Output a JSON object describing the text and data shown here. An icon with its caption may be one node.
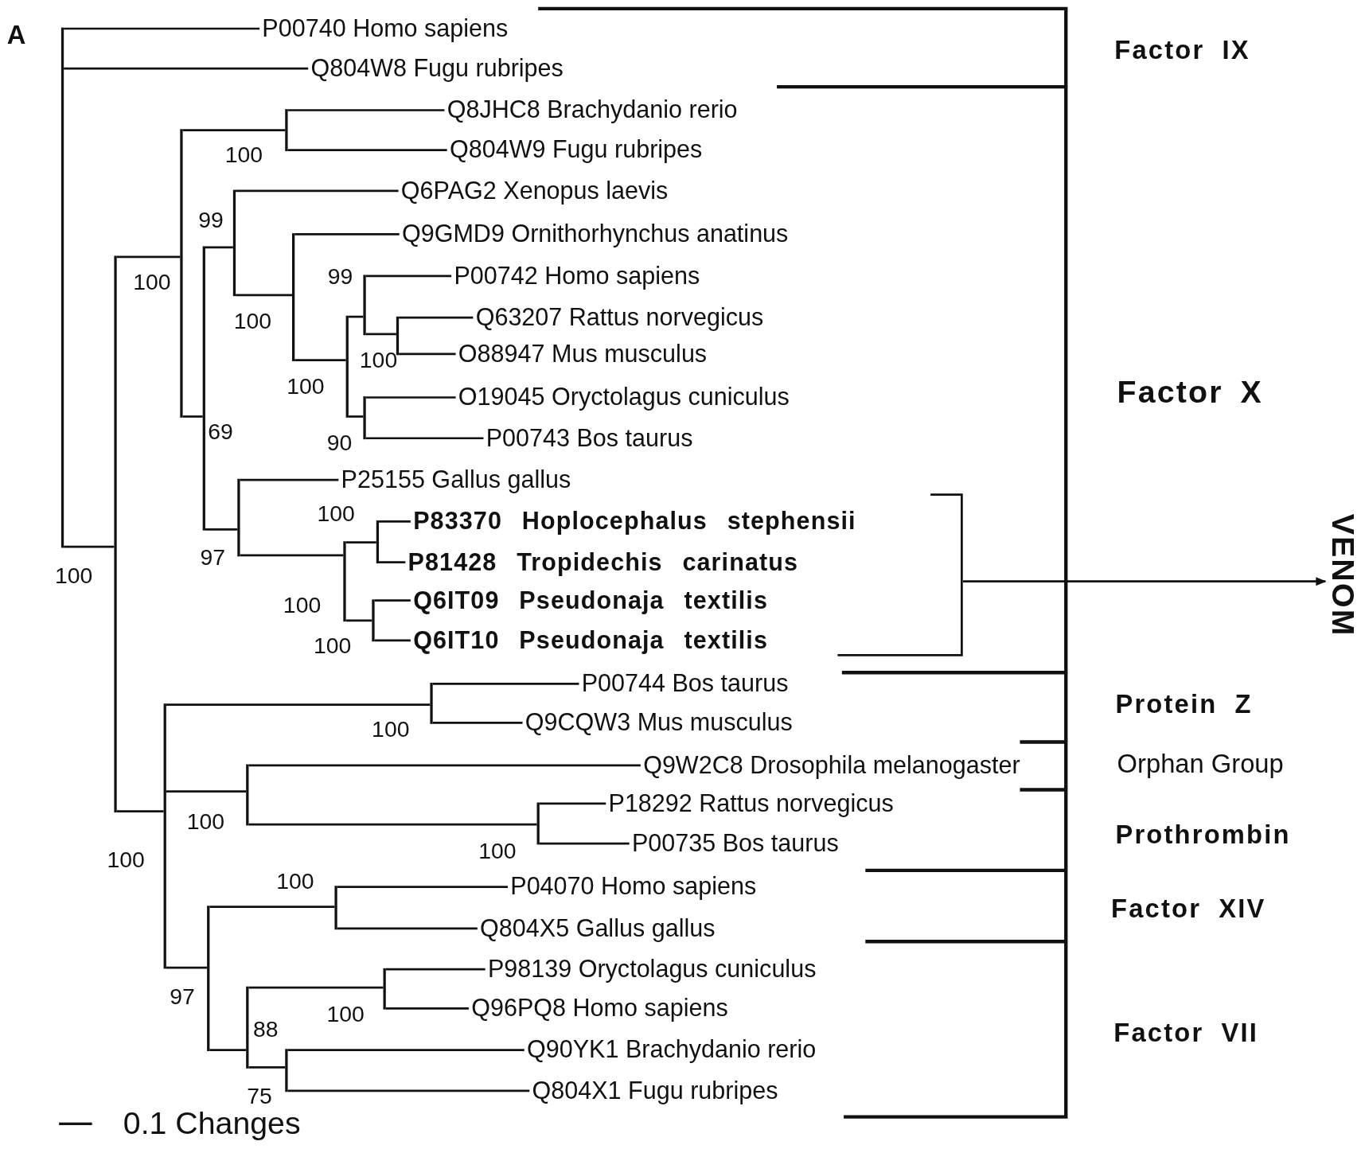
{
  "diagram": {
    "nodes": [
      {
        "text": [],
        "shape": "bar"
      },
      {
        "text": [
          "P00740 Homo sapiens"
        ]
      },
      {
        "text": [
          "Q804W8 Fugu rubripes"
        ]
      },
      {
        "text": [],
        "shape": "bar",
        "beside": [
          "100"
        ]
      },
      {
        "text": [],
        "shape": "bar",
        "beside": [
          "100"
        ]
      },
      {
        "text": [],
        "shape": "bar",
        "beside": [
          "100"
        ]
      },
      {
        "text": [
          "Q8JHC8 Brachydanio rerio"
        ]
      },
      {
        "text": [
          "Q804W9 Fugu rubripes"
        ]
      },
      {
        "text": [],
        "shape": "bar",
        "beside": [
          "69"
        ]
      },
      {
        "text": [],
        "shape": "bar",
        "beside": [
          "99"
        ]
      },
      {
        "text": [
          "Q6PAG2 Xenopus laevis"
        ]
      },
      {
        "text": [],
        "shape": "bar",
        "beside": [
          "100"
        ]
      },
      {
        "text": [
          "Q9GMD9 Ornithorhynchus anatinus"
        ]
      },
      {
        "text": [],
        "shape": "bar",
        "beside": [
          "100"
        ]
      },
      {
        "text": [],
        "shape": "bar",
        "beside": [
          "99"
        ]
      },
      {
        "text": [
          "P00742 Homo sapiens"
        ]
      },
      {
        "text": [],
        "shape": "bar",
        "beside": [
          "100"
        ]
      },
      {
        "text": [
          "Q63207 Rattus norvegicus"
        ]
      },
      {
        "text": [
          "O88947 Mus musculus"
        ]
      },
      {
        "text": [],
        "shape": "bar",
        "beside": [
          "90"
        ]
      },
      {
        "text": [
          "O19045 Oryctolagus cuniculus"
        ]
      },
      {
        "text": [
          "P00743 Bos taurus"
        ]
      },
      {
        "text": [],
        "shape": "bar",
        "beside": [
          "97"
        ]
      },
      {
        "text": [
          "P25155 Gallus gallus"
        ]
      },
      {
        "text": [],
        "shape": "bar",
        "beside": [
          "100"
        ]
      },
      {
        "text": [],
        "shape": "bar",
        "beside": [
          "100"
        ]
      },
      {
        "text": [
          "P83370 Hoplocephalus stephensii"
        ]
      },
      {
        "text": [
          "P81428 Tropidechis carinatus"
        ]
      },
      {
        "text": [],
        "shape": "bar",
        "beside": [
          "100"
        ]
      },
      {
        "text": [
          "Q6IT09 Pseudonaja textilis"
        ]
      },
      {
        "text": [
          "Q6IT10 Pseudonaja textilis"
        ]
      },
      {
        "text": [],
        "shape": "bar",
        "beside": [
          "100"
        ]
      },
      {
        "text": [],
        "shape": "bar",
        "beside": [
          "100"
        ]
      },
      {
        "text": [
          "P00744 Bos taurus"
        ]
      },
      {
        "text": [
          "Q9CQW3 Mus musculus"
        ]
      },
      {
        "text": [],
        "shape": "bar",
        "beside": [
          "100"
        ]
      },
      {
        "text": [
          "Q9W2C8 Drosophila melanogaster"
        ]
      },
      {
        "text": [],
        "shape": "bar",
        "beside": [
          "100"
        ]
      },
      {
        "text": [
          "P18292 Rattus norvegicus"
        ]
      },
      {
        "text": [
          "P00735 Bos taurus"
        ]
      },
      {
        "text": [],
        "shape": "bar",
        "beside": [
          "97"
        ]
      },
      {
        "text": [],
        "shape": "bar",
        "beside": [
          "100"
        ]
      },
      {
        "text": [
          "P04070 Homo sapiens"
        ]
      },
      {
        "text": [
          "Q804X5 Gallus gallus"
        ]
      },
      {
        "text": [],
        "shape": "bar",
        "beside": [
          "88"
        ]
      },
      {
        "text": [],
        "shape": "bar",
        "beside": [
          "100"
        ]
      },
      {
        "text": [
          "P98139 Oryctolagus cuniculus"
        ]
      },
      {
        "text": [
          "Q96PQ8 Homo sapiens"
        ]
      },
      {
        "text": [],
        "shape": "bar",
        "beside": [
          "75"
        ]
      },
      {
        "text": [
          "Q90YK1 Brachydanio rerio"
        ]
      },
      {
        "text": [
          "Q804X1 Fugu rubripes"
        ]
      },
      {
        "text": [],
        "shape": "bracket"
      },
      {
        "text": [
          "VENOM"
        ]
      }
    ],
    "edges": [
      {
        "from": 0,
        "to": 1,
        "arrow": "none"
      },
      {
        "from": 0,
        "to": 2,
        "arrow": "none"
      },
      {
        "from": 0,
        "to": 3,
        "arrow": "none"
      },
      {
        "from": 3,
        "to": 4,
        "arrow": "none"
      },
      {
        "from": 4,
        "to": 5,
        "arrow": "none"
      },
      {
        "from": 5,
        "to": 6,
        "arrow": "none"
      },
      {
        "from": 5,
        "to": 7,
        "arrow": "none"
      },
      {
        "from": 4,
        "to": 8,
        "arrow": "none"
      },
      {
        "from": 8,
        "to": 9,
        "arrow": "none"
      },
      {
        "from": 9,
        "to": 10,
        "arrow": "none"
      },
      {
        "from": 9,
        "to": 11,
        "arrow": "none"
      },
      {
        "from": 11,
        "to": 12,
        "arrow": "none"
      },
      {
        "from": 11,
        "to": 13,
        "arrow": "none"
      },
      {
        "from": 13,
        "to": 14,
        "arrow": "none"
      },
      {
        "from": 14,
        "to": 15,
        "arrow": "none"
      },
      {
        "from": 14,
        "to": 16,
        "arrow": "none"
      },
      {
        "from": 16,
        "to": 17,
        "arrow": "none"
      },
      {
        "from": 16,
        "to": 18,
        "arrow": "none"
      },
      {
        "from": 13,
        "to": 19,
        "arrow": "none"
      },
      {
        "from": 19,
        "to": 20,
        "arrow": "none"
      },
      {
        "from": 19,
        "to": 21,
        "arrow": "none"
      },
      {
        "from": 8,
        "to": 22,
        "arrow": "none"
      },
      {
        "from": 22,
        "to": 23,
        "arrow": "none"
      },
      {
        "from": 22,
        "to": 24,
        "arrow": "none"
      },
      {
        "from": 24,
        "to": 25,
        "arrow": "none"
      },
      {
        "from": 25,
        "to": 26,
        "arrow": "none"
      },
      {
        "from": 25,
        "to": 27,
        "arrow": "none"
      },
      {
        "from": 24,
        "to": 28,
        "arrow": "none"
      },
      {
        "from": 28,
        "to": 29,
        "arrow": "none"
      },
      {
        "from": 28,
        "to": 30,
        "arrow": "none"
      },
      {
        "from": 3,
        "to": 31,
        "arrow": "none"
      },
      {
        "from": 31,
        "to": 32,
        "arrow": "none"
      },
      {
        "from": 32,
        "to": 33,
        "arrow": "none"
      },
      {
        "from": 32,
        "to": 34,
        "arrow": "none"
      },
      {
        "from": 31,
        "to": 35,
        "arrow": "none"
      },
      {
        "from": 35,
        "to": 36,
        "arrow": "none"
      },
      {
        "from": 35,
        "to": 37,
        "arrow": "none"
      },
      {
        "from": 37,
        "to": 38,
        "arrow": "none"
      },
      {
        "from": 37,
        "to": 39,
        "arrow": "none"
      },
      {
        "from": 31,
        "to": 40,
        "arrow": "none"
      },
      {
        "from": 40,
        "to": 41,
        "arrow": "none"
      },
      {
        "from": 41,
        "to": 42,
        "arrow": "none"
      },
      {
        "from": 41,
        "to": 43,
        "arrow": "none"
      },
      {
        "from": 40,
        "to": 44,
        "arrow": "none"
      },
      {
        "from": 44,
        "to": 45,
        "arrow": "none"
      },
      {
        "from": 45,
        "to": 46,
        "arrow": "none"
      },
      {
        "from": 45,
        "to": 47,
        "arrow": "none"
      },
      {
        "from": 44,
        "to": 48,
        "arrow": "none"
      },
      {
        "from": 48,
        "to": 49,
        "arrow": "none"
      },
      {
        "from": 48,
        "to": 50,
        "arrow": "none"
      },
      {
        "from": 51,
        "to": 52,
        "arrow": "to"
      }
    ],
    "labels": [
      "A",
      "Factor IX",
      "Factor X",
      "Protein Z",
      "Orphan Group",
      "Prothrombin",
      "Factor XIV",
      "Factor VII",
      "0.1 Changes"
    ]
  }
}
